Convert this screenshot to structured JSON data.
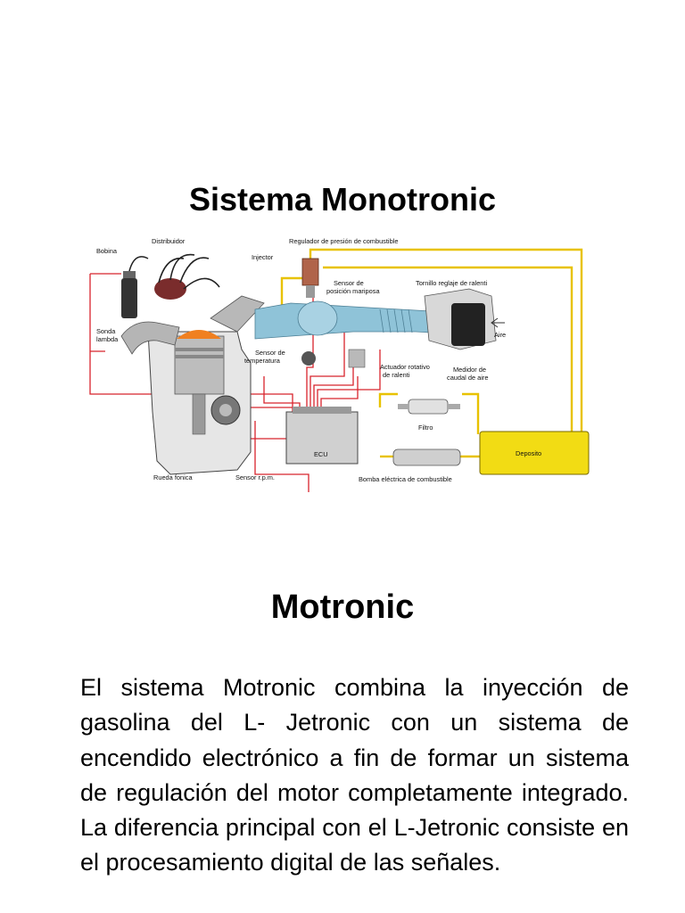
{
  "slide1": {
    "title": "Sistema Monotronic",
    "diagram_labels": {
      "bobina": "Bobina",
      "distribuidor": "Distribuidor",
      "regulador": "Regulador de presión de combustible",
      "injector": "Injector",
      "sensor_mariposa_1": "Sensor de",
      "sensor_mariposa_2": "posición mariposa",
      "tornillo": "Tornillo reglaje de ralenti",
      "sonda_1": "Sonda",
      "sonda_2": "lambda",
      "aire": "Aire",
      "sensor_temp_1": "Sensor de",
      "sensor_temp_2": "temperatura",
      "actuador_1": "Actuador rotativo",
      "actuador_2": "de ralenti",
      "medidor_1": "Medidor de",
      "medidor_2": "caudal de aire",
      "filtro": "Filtro",
      "ecu": "ECU",
      "deposito": "Deposito",
      "rueda": "Rueda fonica",
      "sensor_rpm": "Sensor r.p.m.",
      "bomba": "Bomba eléctrica de combustible"
    }
  },
  "slide2": {
    "title": "Motronic",
    "paragraph": "El sistema Motronic combina la inyección de gasolina del L- Jetronic con un sistema de encendido electrónico a fin de formar un sistema de regulación del motor completamente integrado. La diferencia principal con el L-Jetronic consiste en el procesamiento digital de las señales."
  },
  "colors": {
    "fuel_line": "#e8c200",
    "signal_line": "#d8242c",
    "air_duct": "#8fc3d8",
    "tank": "#f2dc14"
  }
}
